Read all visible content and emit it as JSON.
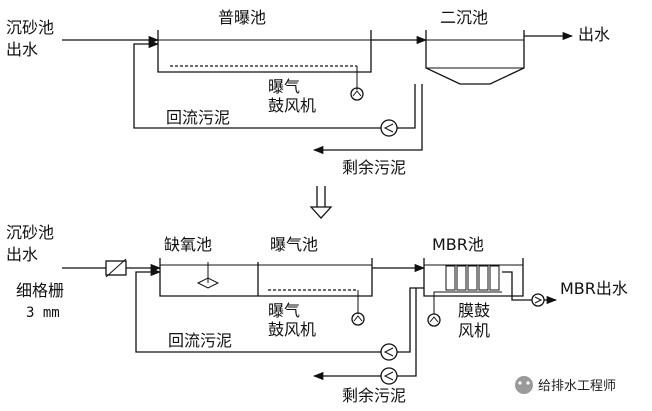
{
  "top": {
    "inlet": [
      "沉砂池",
      "出水"
    ],
    "aeration_tank": "普曝池",
    "secondary_clarifier": "二沉池",
    "outlet": "出水",
    "blower": [
      "曝气",
      "鼓风机"
    ],
    "return_sludge": "回流污泥",
    "excess_sludge": "剩余污泥"
  },
  "bottom": {
    "inlet": [
      "沉砂池",
      "出水"
    ],
    "screen": [
      "细格栅",
      "3 mm"
    ],
    "anoxic_tank": "缺氧池",
    "aeration_tank": "曝气池",
    "mbr_tank": "MBR池",
    "outlet": "MBR出水",
    "blower": [
      "曝气",
      "鼓风机"
    ],
    "membrane_blower": [
      "膜鼓",
      "风机"
    ],
    "return_sludge": "回流污泥",
    "excess_sludge": "剩余污泥"
  },
  "watermark": "给排水工程师",
  "colors": {
    "line": "#111111",
    "watermark_badge": "#9a9a9a"
  }
}
